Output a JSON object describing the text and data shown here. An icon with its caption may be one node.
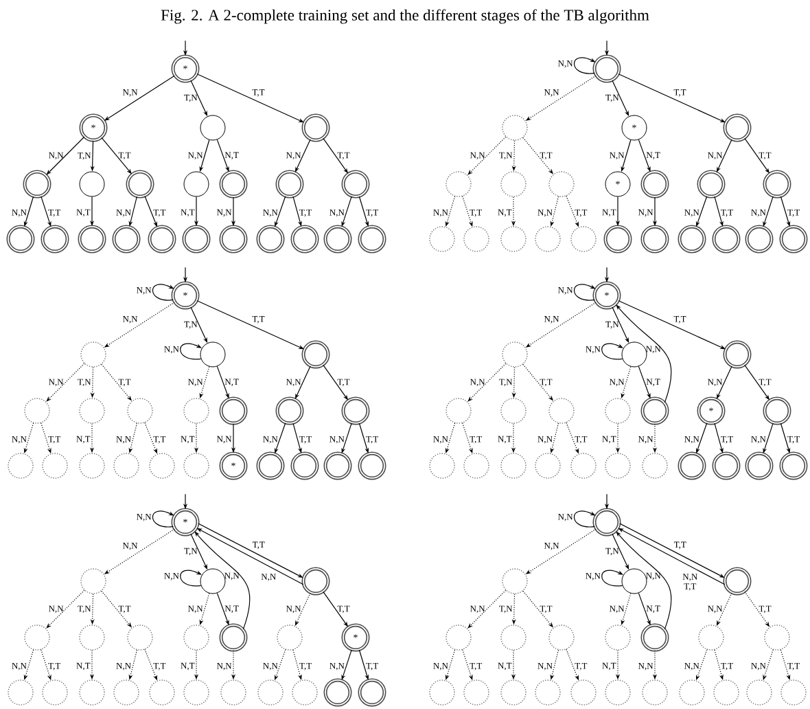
{
  "diagram": {
    "title": "Fig. 2. A 2-complete training set and the different stages of the TB algorithm",
    "nodes": [
      {
        "text": [
          "*"
        ]
      },
      {
        "text": [
          "*"
        ]
      },
      {
        "text": [],
        "shape": "circle"
      },
      {
        "text": [],
        "shape": "circle"
      },
      {
        "text": [],
        "shape": "circle"
      },
      {
        "text": [],
        "shape": "circle"
      },
      {
        "text": [],
        "shape": "circle"
      },
      {
        "text": [],
        "shape": "circle"
      },
      {
        "text": [],
        "shape": "circle"
      },
      {
        "text": [],
        "shape": "circle"
      },
      {
        "text": [],
        "shape": "circle"
      },
      {
        "text": [],
        "shape": "circle"
      },
      {
        "text": [],
        "shape": "circle"
      },
      {
        "text": [],
        "shape": "circle"
      },
      {
        "text": [],
        "shape": "circle"
      },
      {
        "text": [],
        "shape": "circle"
      },
      {
        "text": [],
        "shape": "circle"
      },
      {
        "text": [],
        "shape": "circle"
      },
      {
        "text": [],
        "shape": "circle"
      },
      {
        "text": [],
        "shape": "circle"
      },
      {
        "text": [],
        "shape": "circle"
      },
      {
        "text": [],
        "shape": "circle"
      },
      {
        "text": [],
        "shape": "circle"
      },
      {
        "text": [],
        "shape": "circle"
      },
      {
        "text": [
          "*"
        ]
      },
      {
        "text": [],
        "shape": "circle"
      },
      {
        "text": [],
        "shape": "circle"
      },
      {
        "text": [],
        "shape": "circle"
      },
      {
        "text": [],
        "shape": "circle"
      },
      {
        "text": [
          "*"
        ]
      },
      {
        "text": [],
        "shape": "circle"
      },
      {
        "text": [],
        "shape": "circle"
      },
      {
        "text": [],
        "shape": "circle"
      },
      {
        "text": [],
        "shape": "circle"
      },
      {
        "text": [],
        "shape": "circle"
      },
      {
        "text": [],
        "shape": "circle"
      },
      {
        "text": [],
        "shape": "circle"
      },
      {
        "text": [],
        "shape": "circle"
      },
      {
        "text": [],
        "shape": "circle"
      },
      {
        "text": [],
        "shape": "circle"
      },
      {
        "text": [],
        "shape": "circle"
      },
      {
        "text": [],
        "shape": "circle"
      },
      {
        "text": [],
        "shape": "circle"
      },
      {
        "text": [],
        "shape": "circle"
      },
      {
        "text": [
          "*"
        ]
      },
      {
        "text": [],
        "shape": "circle"
      },
      {
        "text": [],
        "shape": "circle"
      },
      {
        "text": [],
        "shape": "circle"
      },
      {
        "text": [],
        "shape": "circle"
      },
      {
        "text": [],
        "shape": "circle"
      },
      {
        "text": [],
        "shape": "circle"
      },
      {
        "text": [],
        "shape": "circle"
      },
      {
        "text": [],
        "shape": "circle"
      },
      {
        "text": [],
        "shape": "circle"
      },
      {
        "text": [],
        "shape": "circle"
      },
      {
        "text": [],
        "shape": "circle"
      },
      {
        "text": [],
        "shape": "circle"
      },
      {
        "text": [],
        "shape": "circle"
      },
      {
        "text": [],
        "shape": "circle"
      },
      {
        "text": [],
        "shape": "circle"
      },
      {
        "text": [],
        "shape": "circle"
      },
      {
        "text": [
          "*"
        ]
      },
      {
        "text": [],
        "shape": "circle"
      },
      {
        "text": [],
        "shape": "circle"
      },
      {
        "text": [],
        "shape": "circle"
      },
      {
        "text": [],
        "shape": "circle"
      },
      {
        "text": [
          "*"
        ]
      },
      {
        "text": [],
        "shape": "circle"
      },
      {
        "text": [],
        "shape": "circle"
      },
      {
        "text": [],
        "shape": "circle"
      },
      {
        "text": [],
        "shape": "circle"
      },
      {
        "text": [],
        "shape": "circle"
      },
      {
        "text": [],
        "shape": "circle"
      },
      {
        "text": [],
        "shape": "circle"
      },
      {
        "text": [],
        "shape": "circle"
      },
      {
        "text": [
          "*"
        ]
      },
      {
        "text": [],
        "shape": "circle"
      },
      {
        "text": [],
        "shape": "circle"
      },
      {
        "text": [],
        "shape": "circle"
      },
      {
        "text": [],
        "shape": "circle"
      },
      {
        "text": [],
        "shape": "circle"
      },
      {
        "text": [],
        "shape": "circle"
      },
      {
        "text": [],
        "shape": "circle"
      },
      {
        "text": [],
        "shape": "circle"
      },
      {
        "text": [],
        "shape": "circle"
      },
      {
        "text": [],
        "shape": "circle"
      },
      {
        "text": [],
        "shape": "circle"
      },
      {
        "text": [],
        "shape": "circle"
      },
      {
        "text": [
          "*"
        ]
      },
      {
        "text": [],
        "shape": "circle"
      },
      {
        "text": [],
        "shape": "circle"
      },
      {
        "text": [],
        "shape": "circle"
      },
      {
        "text": [],
        "shape": "circle"
      },
      {
        "text": [],
        "shape": "circle"
      },
      {
        "text": [],
        "shape": "circle"
      },
      {
        "text": [],
        "shape": "circle"
      },
      {
        "text": [],
        "shape": "circle"
      },
      {
        "text": [],
        "shape": "circle"
      },
      {
        "text": [
          "*"
        ]
      },
      {
        "text": [],
        "shape": "circle"
      },
      {
        "text": [],
        "shape": "circle"
      },
      {
        "text": [],
        "shape": "circle"
      },
      {
        "text": [],
        "shape": "circle"
      },
      {
        "text": [],
        "shape": "circle"
      },
      {
        "text": [],
        "shape": "circle"
      },
      {
        "text": [],
        "shape": "circle"
      },
      {
        "text": [],
        "shape": "circle"
      },
      {
        "text": [],
        "shape": "circle"
      },
      {
        "text": [],
        "shape": "circle"
      },
      {
        "text": [],
        "shape": "circle"
      },
      {
        "text": [],
        "shape": "circle"
      },
      {
        "text": [],
        "shape": "circle"
      },
      {
        "text": [],
        "shape": "circle"
      },
      {
        "text": [],
        "shape": "circle"
      },
      {
        "text": [],
        "shape": "circle"
      },
      {
        "text": [],
        "shape": "circle"
      },
      {
        "text": [],
        "shape": "circle"
      },
      {
        "text": [],
        "shape": "circle"
      },
      {
        "text": [],
        "shape": "circle"
      },
      {
        "text": [],
        "shape": "circle"
      },
      {
        "text": [],
        "shape": "circle"
      },
      {
        "text": [],
        "shape": "circle"
      },
      {
        "text": [],
        "shape": "circle"
      },
      {
        "text": [],
        "shape": "circle"
      },
      {
        "text": [],
        "shape": "circle"
      },
      {
        "text": [],
        "shape": "circle"
      },
      {
        "text": [],
        "shape": "circle"
      },
      {
        "text": [],
        "shape": "circle"
      },
      {
        "text": [],
        "shape": "circle"
      },
      {
        "text": [],
        "shape": "circle"
      },
      {
        "text": [],
        "shape": "circle"
      },
      {
        "text": [],
        "shape": "circle"
      }
    ],
    "edges": [
      {
        "from": null,
        "to": 0,
        "arrow": "to"
      },
      {
        "from": 0,
        "to": 1,
        "arrow": "to",
        "label": "N,N"
      },
      {
        "from": 0,
        "to": 2,
        "arrow": "to",
        "label": "T,N"
      },
      {
        "from": 0,
        "to": 3,
        "arrow": "to",
        "label": "T,T"
      },
      {
        "from": 1,
        "to": 4,
        "arrow": "to",
        "label": "N,N"
      },
      {
        "from": 1,
        "to": 5,
        "arrow": "to",
        "label": "T,N"
      },
      {
        "from": 1,
        "to": 6,
        "arrow": "to",
        "label": "T,T"
      },
      {
        "from": 2,
        "to": 7,
        "arrow": "to",
        "label": "N,N"
      },
      {
        "from": 2,
        "to": 8,
        "arrow": "to",
        "label": "N,T"
      },
      {
        "from": 3,
        "to": 9,
        "arrow": "to",
        "label": "N,N"
      },
      {
        "from": 3,
        "to": 10,
        "arrow": "to",
        "label": "T,T"
      },
      {
        "from": 4,
        "to": 11,
        "arrow": "to",
        "label": "N,N"
      },
      {
        "from": 4,
        "to": 12,
        "arrow": "to",
        "label": "T,T"
      },
      {
        "from": 5,
        "to": 13,
        "arrow": "to",
        "label": "N,T"
      },
      {
        "from": 6,
        "to": 14,
        "arrow": "to",
        "label": "N,N"
      },
      {
        "from": 6,
        "to": 15,
        "arrow": "to",
        "label": "T,T"
      },
      {
        "from": 7,
        "to": 16,
        "arrow": "to",
        "label": "N,T"
      },
      {
        "from": 8,
        "to": 17,
        "arrow": "to",
        "label": "N,N"
      },
      {
        "from": 9,
        "to": 18,
        "arrow": "to",
        "label": "N,N"
      },
      {
        "from": 9,
        "to": 19,
        "arrow": "to",
        "label": "T,T"
      },
      {
        "from": 10,
        "to": 20,
        "arrow": "to",
        "label": "N,N"
      },
      {
        "from": 10,
        "to": 21,
        "arrow": "to",
        "label": "T,T"
      },
      {
        "from": null,
        "to": 22,
        "arrow": "to"
      },
      {
        "from": 22,
        "to": 22,
        "arrow": "to",
        "label": "N,N"
      },
      {
        "from": 22,
        "to": 23,
        "arrow": "to",
        "label": "N,N",
        "style": "dashed"
      },
      {
        "from": 22,
        "to": 24,
        "arrow": "to",
        "label": "T,N"
      },
      {
        "from": 22,
        "to": 25,
        "arrow": "to",
        "label": "T,T"
      },
      {
        "from": 23,
        "to": 26,
        "arrow": "to",
        "label": "N,N",
        "style": "dashed"
      },
      {
        "from": 23,
        "to": 27,
        "arrow": "to",
        "label": "T,N",
        "style": "dashed"
      },
      {
        "from": 23,
        "to": 28,
        "arrow": "to",
        "label": "T,T",
        "style": "dashed"
      },
      {
        "from": 24,
        "to": 29,
        "arrow": "to",
        "label": "N,N"
      },
      {
        "from": 24,
        "to": 30,
        "arrow": "to",
        "label": "N,T"
      },
      {
        "from": 25,
        "to": 31,
        "arrow": "to",
        "label": "N,N"
      },
      {
        "from": 25,
        "to": 32,
        "arrow": "to",
        "label": "T,T"
      },
      {
        "from": 26,
        "to": 33,
        "arrow": "to",
        "label": "N,N",
        "style": "dashed"
      },
      {
        "from": 26,
        "to": 34,
        "arrow": "to",
        "label": "T,T",
        "style": "dashed"
      },
      {
        "from": 27,
        "to": 35,
        "arrow": "to",
        "label": "N,T",
        "style": "dashed"
      },
      {
        "from": 28,
        "to": 36,
        "arrow": "to",
        "label": "N,N",
        "style": "dashed"
      },
      {
        "from": 28,
        "to": 37,
        "arrow": "to",
        "label": "T,T",
        "style": "dashed"
      },
      {
        "from": 29,
        "to": 38,
        "arrow": "to",
        "label": "N,T"
      },
      {
        "from": 30,
        "to": 39,
        "arrow": "to",
        "label": "N,N"
      },
      {
        "from": 31,
        "to": 40,
        "arrow": "to",
        "label": "N,N"
      },
      {
        "from": 31,
        "to": 41,
        "arrow": "to",
        "label": "T,T"
      },
      {
        "from": 32,
        "to": 42,
        "arrow": "to",
        "label": "N,N"
      },
      {
        "from": 32,
        "to": 43,
        "arrow": "to",
        "label": "T,T"
      },
      {
        "from": null,
        "to": 44,
        "arrow": "to"
      },
      {
        "from": 44,
        "to": 44,
        "arrow": "to",
        "label": "N,N"
      },
      {
        "from": 46,
        "to": 46,
        "arrow": "to",
        "label": "N,N"
      },
      {
        "from": 44,
        "to": 45,
        "arrow": "to",
        "label": "N,N",
        "style": "dashed"
      },
      {
        "from": 44,
        "to": 46,
        "arrow": "to",
        "label": "T,N"
      },
      {
        "from": 44,
        "to": 47,
        "arrow": "to",
        "label": "T,T"
      },
      {
        "from": 45,
        "to": 48,
        "arrow": "to",
        "label": "N,N",
        "style": "dashed"
      },
      {
        "from": 45,
        "to": 49,
        "arrow": "to",
        "label": "T,N",
        "style": "dashed"
      },
      {
        "from": 45,
        "to": 50,
        "arrow": "to",
        "label": "T,T",
        "style": "dashed"
      },
      {
        "from": 46,
        "to": 51,
        "arrow": "to",
        "label": "N,N",
        "style": "dashed"
      },
      {
        "from": 46,
        "to": 52,
        "arrow": "to",
        "label": "N,T"
      },
      {
        "from": 47,
        "to": 53,
        "arrow": "to",
        "label": "N,N"
      },
      {
        "from": 47,
        "to": 54,
        "arrow": "to",
        "label": "T,T"
      },
      {
        "from": 48,
        "to": 55,
        "arrow": "to",
        "label": "N,N",
        "style": "dashed"
      },
      {
        "from": 48,
        "to": 56,
        "arrow": "to",
        "label": "T,T",
        "style": "dashed"
      },
      {
        "from": 49,
        "to": 57,
        "arrow": "to",
        "label": "N,T",
        "style": "dashed"
      },
      {
        "from": 50,
        "to": 58,
        "arrow": "to",
        "label": "N,N",
        "style": "dashed"
      },
      {
        "from": 50,
        "to": 59,
        "arrow": "to",
        "label": "T,T",
        "style": "dashed"
      },
      {
        "from": 51,
        "to": 60,
        "arrow": "to",
        "label": "N,T",
        "style": "dashed"
      },
      {
        "from": 52,
        "to": 61,
        "arrow": "to",
        "label": "N,N"
      },
      {
        "from": 53,
        "to": 62,
        "arrow": "to",
        "label": "N,N"
      },
      {
        "from": 53,
        "to": 63,
        "arrow": "to",
        "label": "T,T"
      },
      {
        "from": 54,
        "to": 64,
        "arrow": "to",
        "label": "N,N"
      },
      {
        "from": 54,
        "to": 65,
        "arrow": "to",
        "label": "T,T"
      },
      {
        "from": null,
        "to": 66,
        "arrow": "to"
      },
      {
        "from": 66,
        "to": 66,
        "arrow": "to",
        "label": "N,N"
      },
      {
        "from": 68,
        "to": 68,
        "arrow": "to",
        "label": "N,N"
      },
      {
        "from": 66,
        "to": 67,
        "arrow": "to",
        "label": "N,N",
        "style": "dashed"
      },
      {
        "from": 66,
        "to": 68,
        "arrow": "to",
        "label": "T,N"
      },
      {
        "from": 66,
        "to": 69,
        "arrow": "to",
        "label": "T,T"
      },
      {
        "from": 67,
        "to": 70,
        "arrow": "to",
        "label": "N,N",
        "style": "dashed"
      },
      {
        "from": 67,
        "to": 71,
        "arrow": "to",
        "label": "T,N",
        "style": "dashed"
      },
      {
        "from": 67,
        "to": 72,
        "arrow": "to",
        "label": "T,T",
        "style": "dashed"
      },
      {
        "from": 68,
        "to": 73,
        "arrow": "to",
        "label": "N,N",
        "style": "dashed"
      },
      {
        "from": 68,
        "to": 74,
        "arrow": "to",
        "label": "N,T"
      },
      {
        "from": 69,
        "to": 75,
        "arrow": "to",
        "label": "N,N"
      },
      {
        "from": 69,
        "to": 76,
        "arrow": "to",
        "label": "T,T"
      },
      {
        "from": 70,
        "to": 77,
        "arrow": "to",
        "label": "N,N",
        "style": "dashed"
      },
      {
        "from": 70,
        "to": 78,
        "arrow": "to",
        "label": "T,T",
        "style": "dashed"
      },
      {
        "from": 71,
        "to": 79,
        "arrow": "to",
        "label": "N,T",
        "style": "dashed"
      },
      {
        "from": 72,
        "to": 80,
        "arrow": "to",
        "label": "N,N",
        "style": "dashed"
      },
      {
        "from": 72,
        "to": 81,
        "arrow": "to",
        "label": "T,T",
        "style": "dashed"
      },
      {
        "from": 73,
        "to": 82,
        "arrow": "to",
        "label": "N,T",
        "style": "dashed"
      },
      {
        "from": 74,
        "to": 83,
        "arrow": "to",
        "label": "N,N",
        "style": "dashed"
      },
      {
        "from": 75,
        "to": 84,
        "arrow": "to",
        "label": "N,N"
      },
      {
        "from": 75,
        "to": 85,
        "arrow": "to",
        "label": "T,T"
      },
      {
        "from": 76,
        "to": 86,
        "arrow": "to",
        "label": "N,N"
      },
      {
        "from": 76,
        "to": 87,
        "arrow": "to",
        "label": "T,T"
      },
      {
        "from": 74,
        "to": 66,
        "arrow": "to",
        "label": "N,N"
      },
      {
        "from": null,
        "to": 88,
        "arrow": "to"
      },
      {
        "from": 88,
        "to": 88,
        "arrow": "to",
        "label": "N,N"
      },
      {
        "from": 90,
        "to": 90,
        "arrow": "to",
        "label": "N,N"
      },
      {
        "from": 88,
        "to": 89,
        "arrow": "to",
        "label": "N,N",
        "style": "dashed"
      },
      {
        "from": 88,
        "to": 90,
        "arrow": "to",
        "label": "T,N"
      },
      {
        "from": 88,
        "to": 91,
        "arrow": "to",
        "label": "T,T"
      },
      {
        "from": 89,
        "to": 92,
        "arrow": "to",
        "label": "N,N",
        "style": "dashed"
      },
      {
        "from": 89,
        "to": 93,
        "arrow": "to",
        "label": "T,N",
        "style": "dashed"
      },
      {
        "from": 89,
        "to": 94,
        "arrow": "to",
        "label": "T,T",
        "style": "dashed"
      },
      {
        "from": 90,
        "to": 95,
        "arrow": "to",
        "label": "N,N",
        "style": "dashed"
      },
      {
        "from": 90,
        "to": 96,
        "arrow": "to",
        "label": "N,T"
      },
      {
        "from": 91,
        "to": 97,
        "arrow": "to",
        "label": "N,N",
        "style": "dashed"
      },
      {
        "from": 91,
        "to": 98,
        "arrow": "to",
        "label": "T,T"
      },
      {
        "from": 92,
        "to": 99,
        "arrow": "to",
        "label": "N,N",
        "style": "dashed"
      },
      {
        "from": 92,
        "to": 100,
        "arrow": "to",
        "label": "T,T",
        "style": "dashed"
      },
      {
        "from": 93,
        "to": 101,
        "arrow": "to",
        "label": "N,T",
        "style": "dashed"
      },
      {
        "from": 94,
        "to": 102,
        "arrow": "to",
        "label": "N,N",
        "style": "dashed"
      },
      {
        "from": 94,
        "to": 103,
        "arrow": "to",
        "label": "T,T",
        "style": "dashed"
      },
      {
        "from": 95,
        "to": 104,
        "arrow": "to",
        "label": "N,T",
        "style": "dashed"
      },
      {
        "from": 96,
        "to": 105,
        "arrow": "to",
        "label": "N,N",
        "style": "dashed"
      },
      {
        "from": 97,
        "to": 106,
        "arrow": "to",
        "label": "N,N",
        "style": "dashed"
      },
      {
        "from": 97,
        "to": 107,
        "arrow": "to",
        "label": "T,T",
        "style": "dashed"
      },
      {
        "from": 98,
        "to": 108,
        "arrow": "to",
        "label": "N,N"
      },
      {
        "from": 98,
        "to": 109,
        "arrow": "to",
        "label": "T,T"
      },
      {
        "from": 96,
        "to": 88,
        "arrow": "to",
        "label": "N,N"
      },
      {
        "from": 91,
        "to": 88,
        "arrow": "to",
        "label": "N,N"
      },
      {
        "from": null,
        "to": 110,
        "arrow": "to"
      },
      {
        "from": 110,
        "to": 110,
        "arrow": "to",
        "label": "N,N"
      },
      {
        "from": 112,
        "to": 112,
        "arrow": "to",
        "label": "N,N"
      },
      {
        "from": 110,
        "to": 111,
        "arrow": "to",
        "label": "N,N",
        "style": "dashed"
      },
      {
        "from": 110,
        "to": 112,
        "arrow": "to",
        "label": "T,N"
      },
      {
        "from": 110,
        "to": 113,
        "arrow": "to",
        "label": "T,T"
      },
      {
        "from": 111,
        "to": 114,
        "arrow": "to",
        "label": "N,N",
        "style": "dashed"
      },
      {
        "from": 111,
        "to": 115,
        "arrow": "to",
        "label": "T,N",
        "style": "dashed"
      },
      {
        "from": 111,
        "to": 116,
        "arrow": "to",
        "label": "T,T",
        "style": "dashed"
      },
      {
        "from": 112,
        "to": 117,
        "arrow": "to",
        "label": "N,N",
        "style": "dashed"
      },
      {
        "from": 112,
        "to": 118,
        "arrow": "to",
        "label": "N,T"
      },
      {
        "from": 113,
        "to": 119,
        "arrow": "to",
        "label": "N,N",
        "style": "dashed"
      },
      {
        "from": 113,
        "to": 120,
        "arrow": "to",
        "label": "T,T",
        "style": "dashed"
      },
      {
        "from": 114,
        "to": 121,
        "arrow": "to",
        "label": "N,N",
        "style": "dashed"
      },
      {
        "from": 114,
        "to": 122,
        "arrow": "to",
        "label": "T,T",
        "style": "dashed"
      },
      {
        "from": 115,
        "to": 123,
        "arrow": "to",
        "label": "N,T",
        "style": "dashed"
      },
      {
        "from": 116,
        "to": 124,
        "arrow": "to",
        "label": "N,N",
        "style": "dashed"
      },
      {
        "from": 116,
        "to": 125,
        "arrow": "to",
        "label": "T,T",
        "style": "dashed"
      },
      {
        "from": 117,
        "to": 126,
        "arrow": "to",
        "label": "N,T",
        "style": "dashed"
      },
      {
        "from": 118,
        "to": 127,
        "arrow": "to",
        "label": "N,N",
        "style": "dashed"
      },
      {
        "from": 119,
        "to": 128,
        "arrow": "to",
        "label": "N,N",
        "style": "dashed"
      },
      {
        "from": 119,
        "to": 129,
        "arrow": "to",
        "label": "T,T",
        "style": "dashed"
      },
      {
        "from": 120,
        "to": 130,
        "arrow": "to",
        "label": "N,N",
        "style": "dashed"
      },
      {
        "from": 120,
        "to": 131,
        "arrow": "to",
        "label": "T,T",
        "style": "dashed"
      },
      {
        "from": 118,
        "to": 110,
        "arrow": "to",
        "label": "N,N"
      },
      {
        "from": 113,
        "to": 110,
        "arrow": "to",
        "label": "N,N T,T"
      }
    ]
  }
}
